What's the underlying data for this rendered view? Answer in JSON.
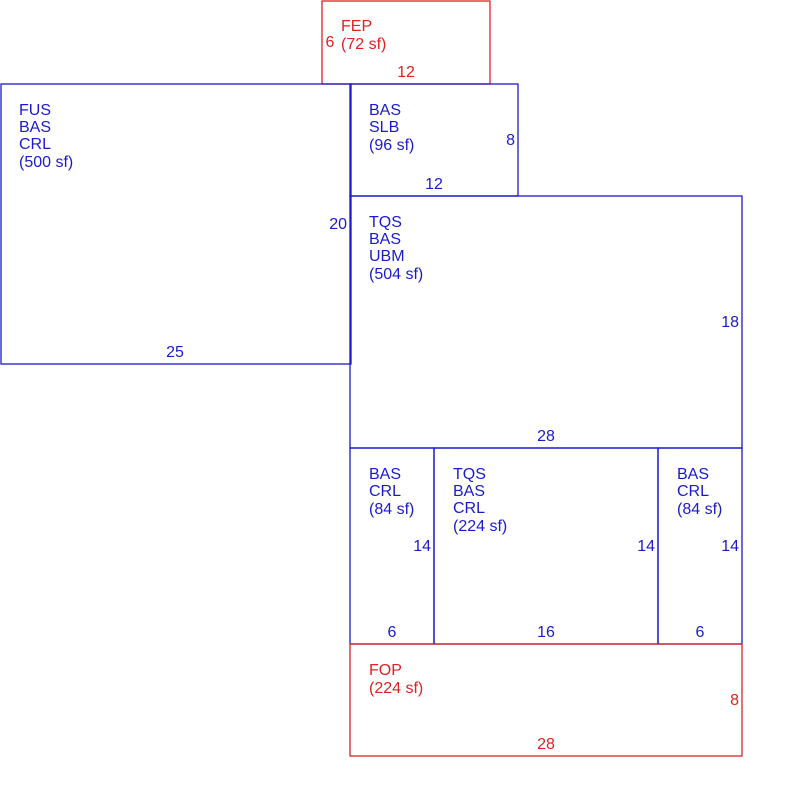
{
  "colors": {
    "living": "#1a1acc",
    "porch": "#dd2222",
    "background": "#ffffff"
  },
  "areas": [
    {
      "id": "fep",
      "kind": "porch",
      "lines": [
        "FEP",
        "(72 sf)"
      ],
      "dims": {
        "left": "6",
        "bottom": "12"
      }
    },
    {
      "id": "fus",
      "kind": "living",
      "lines": [
        "FUS",
        "BAS",
        "CRL",
        "(500 sf)"
      ],
      "dims": {
        "right": "20",
        "bottom": "25"
      }
    },
    {
      "id": "bas-slb",
      "kind": "living",
      "lines": [
        "BAS",
        "SLB",
        "(96 sf)"
      ],
      "dims": {
        "right": "8",
        "bottom": "12"
      }
    },
    {
      "id": "tqs-ubm",
      "kind": "living",
      "lines": [
        "TQS",
        "BAS",
        "UBM",
        "(504 sf)"
      ],
      "dims": {
        "right": "18",
        "bottom": "28"
      }
    },
    {
      "id": "bas-crl-1",
      "kind": "living",
      "lines": [
        "BAS",
        "CRL",
        "(84 sf)"
      ],
      "dims": {
        "right": "14",
        "bottom": "6"
      }
    },
    {
      "id": "tqs-crl",
      "kind": "living",
      "lines": [
        "TQS",
        "BAS",
        "CRL",
        "(224 sf)"
      ],
      "dims": {
        "right": "14",
        "bottom": "16"
      }
    },
    {
      "id": "bas-crl-2",
      "kind": "living",
      "lines": [
        "BAS",
        "CRL",
        "(84 sf)"
      ],
      "dims": {
        "right": "14",
        "bottom": "6"
      }
    },
    {
      "id": "fop",
      "kind": "porch",
      "lines": [
        "FOP",
        "(224 sf)"
      ],
      "dims": {
        "right": "8",
        "bottom": "28"
      }
    }
  ]
}
